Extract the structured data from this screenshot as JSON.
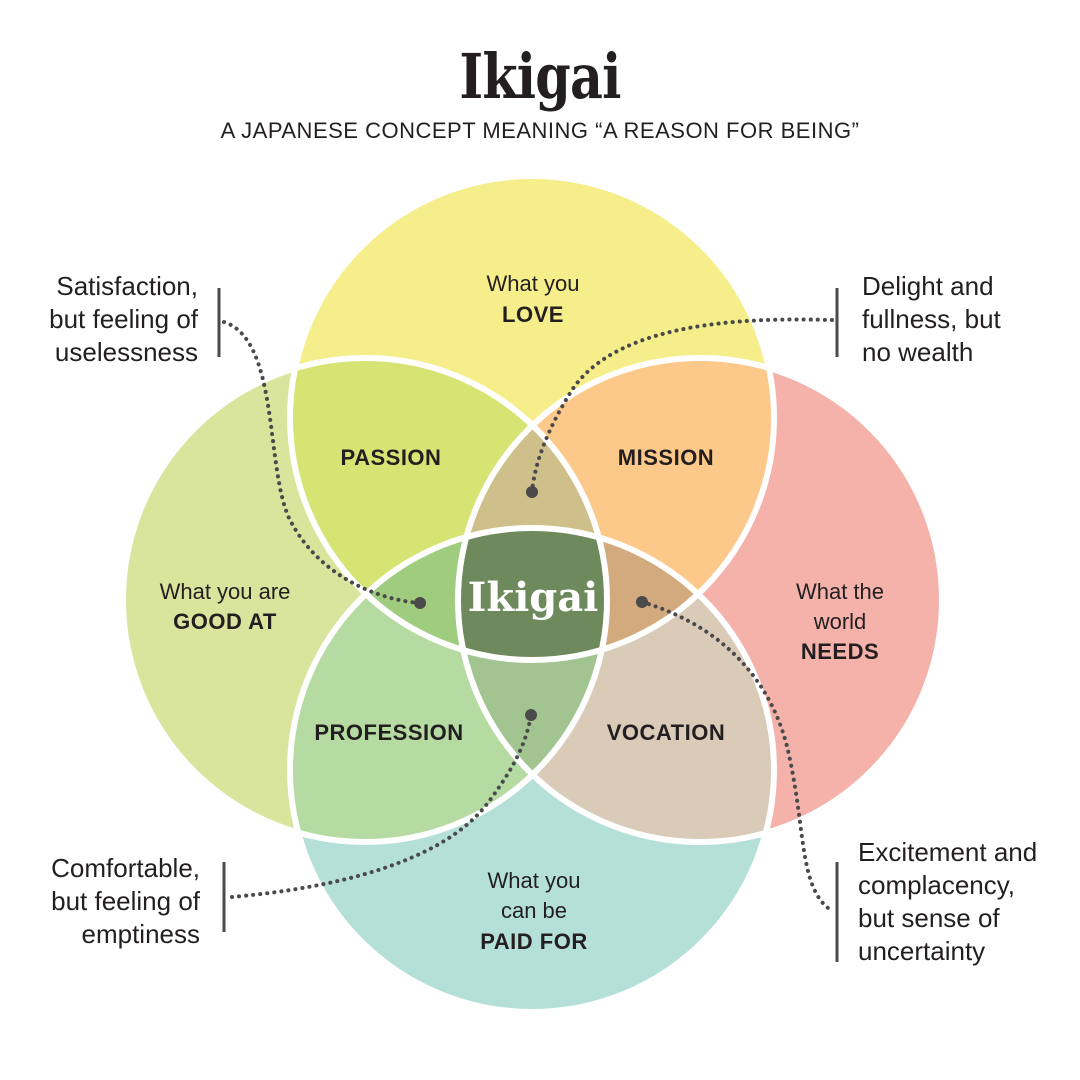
{
  "title": "Ikigai",
  "subtitle": "A JAPANESE CONCEPT MEANING “A REASON FOR BEING”",
  "circles": {
    "love": {
      "line1": "What you",
      "bold": "LOVE",
      "color": "#f5ee8a"
    },
    "good_at": {
      "line1": "What you are",
      "bold": "GOOD AT",
      "color": "#d9e49d"
    },
    "needs": {
      "line1": "What the",
      "line2": "world",
      "bold": "NEEDS",
      "color": "#f4b2ab"
    },
    "paid_for": {
      "line1": "What you",
      "line2": "can be",
      "bold": "PAID FOR",
      "color": "#b4e0d8"
    }
  },
  "regions": {
    "passion": {
      "label": "PASSION",
      "color": "#d5e473"
    },
    "mission": {
      "label": "MISSION",
      "color": "#fdc98a"
    },
    "profession": {
      "label": "PROFESSION",
      "color": "#b5dba3"
    },
    "vocation": {
      "label": "VOCATION",
      "color": "#d9cbb8"
    },
    "top_lens": {
      "color": "#cfbf8a"
    },
    "left_lens": {
      "color": "#9fcc7e"
    },
    "right_lens": {
      "color": "#d2aa7e"
    },
    "bottom_lens": {
      "color": "#a2c491"
    }
  },
  "center": {
    "label": "Ikigai",
    "color": "#6e8a5d"
  },
  "callouts": {
    "top_left": [
      "Satisfaction,",
      "but feeling of",
      "uselessness"
    ],
    "top_right": [
      "Delight and",
      "fullness, but",
      "no wealth"
    ],
    "bottom_left": [
      "Comfortable,",
      "but feeling of",
      "emptiness"
    ],
    "bottom_right": [
      "Excitement and",
      "complacency,",
      "but sense of",
      "uncertainty"
    ]
  }
}
